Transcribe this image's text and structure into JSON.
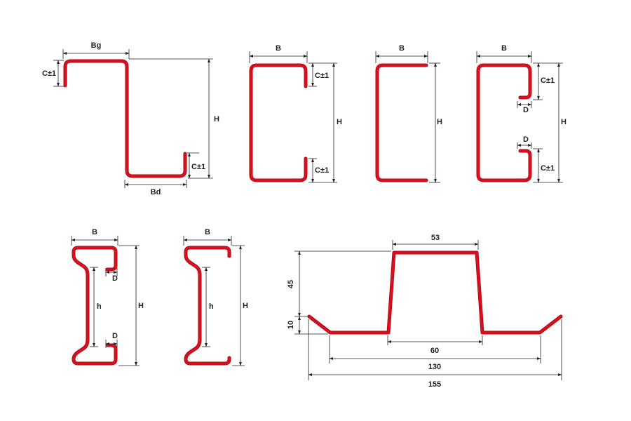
{
  "colors": {
    "profile": "#d7101e",
    "profile_outline": "#b00012",
    "dimension": "#222222",
    "background": "#ffffff"
  },
  "z_profile": {
    "bg": "Bg",
    "c_top": "C±1",
    "h": "H",
    "c_bottom": "C±1",
    "bd": "Bd"
  },
  "c_profile": {
    "b": "B",
    "c_top": "C±1",
    "h": "H",
    "c_bottom": "C±1"
  },
  "u_profile": {
    "b": "B",
    "h": "H"
  },
  "sigma_profile": {
    "b": "B",
    "c_top": "C±1",
    "d_top": "D",
    "h": "H",
    "d_bottom": "D",
    "c_bottom": "C±1"
  },
  "i_profile_a": {
    "b": "B",
    "d_top": "D",
    "h_inner": "h",
    "h": "H",
    "d_bottom": "D"
  },
  "i_profile_b": {
    "b": "B",
    "h_inner": "h",
    "h": "H"
  },
  "trapezoid_profile": {
    "top": "53",
    "height": "45",
    "lip": "10",
    "bottom_inner": "60",
    "span": "130",
    "overall": "155"
  }
}
